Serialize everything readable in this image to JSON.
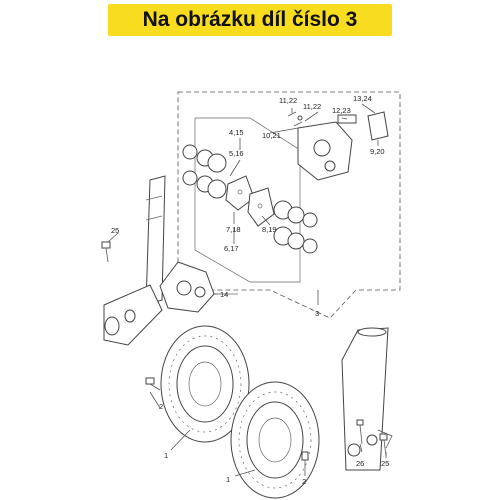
{
  "banner": {
    "text": "Na obrázku díl číslo 3",
    "color": "#f7dc1f"
  },
  "callouts": {
    "c1122a": "11,22",
    "c1122b": "11,22",
    "c1324": "13,24",
    "c1223": "12,23",
    "c415": "4,15",
    "c1021": "10,21",
    "c516": "5,16",
    "c920": "9,20",
    "c25a": "25",
    "c718": "7,18",
    "c819": "8,19",
    "c617": "6,17",
    "c14": "14",
    "c3": "3",
    "c2a": "2",
    "c1a": "1",
    "c26": "26",
    "c25b": "25",
    "c1b": "1",
    "c2b": "2"
  }
}
